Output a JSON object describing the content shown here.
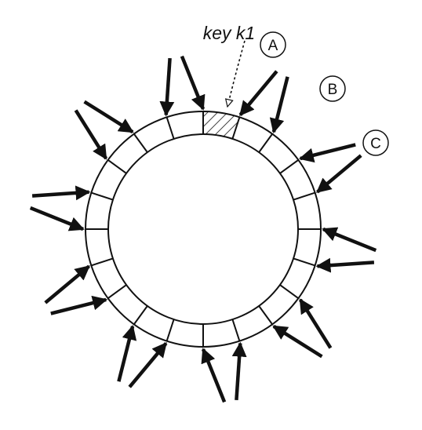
{
  "diagram": {
    "type": "ring-hash-diagram",
    "key_label": "key k1",
    "nodes": [
      {
        "label": "A"
      },
      {
        "label": "B"
      },
      {
        "label": "C"
      }
    ],
    "ring_segments": 20,
    "highlighted_segment": 0,
    "colors": {
      "stroke": "#111111",
      "background": "#ffffff"
    }
  }
}
